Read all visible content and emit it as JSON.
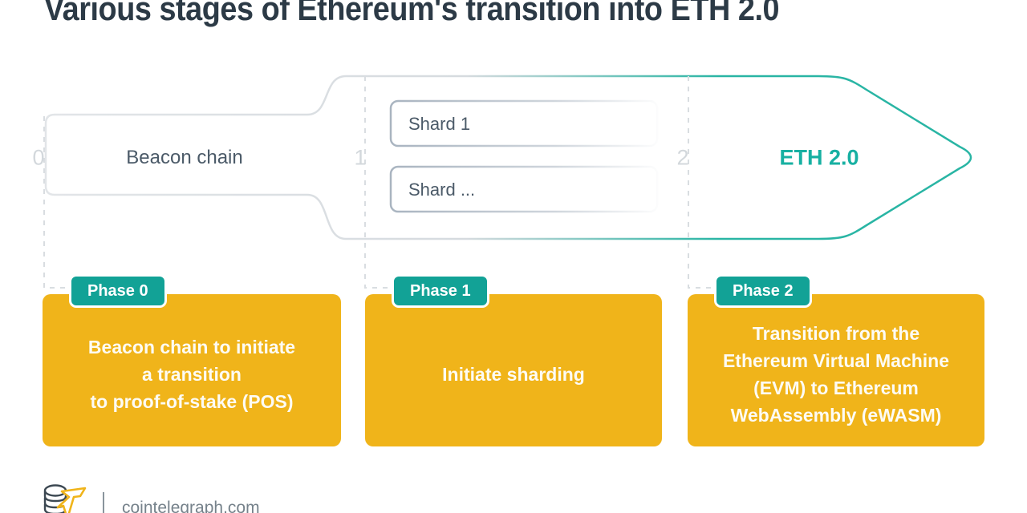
{
  "title": "Various stages of Ethereum's transition into ETH 2.0",
  "timeline": {
    "markers": [
      "0",
      "1",
      "2"
    ],
    "beacon_label": "Beacon chain",
    "eth2_label": "ETH 2.0",
    "shards": [
      "Shard 1",
      "Shard ..."
    ]
  },
  "phases": [
    {
      "badge": "Phase 0",
      "description": "Beacon chain to initiate\na transition\nto proof-of-stake (POS)"
    },
    {
      "badge": "Phase 1",
      "description": "Initiate sharding"
    },
    {
      "badge": "Phase 2",
      "description": "Transition from the\nEthereum Virtual Machine\n(EVM) to Ethereum\nWebAssembly (eWASM)"
    }
  ],
  "footer": {
    "site": "cointelegraph.com",
    "logo": "cointelegraph-coin-logo"
  },
  "colors": {
    "title_text": "#2c3a46",
    "accent_teal": "#29b5a4",
    "badge_teal": "#12a296",
    "card_yellow": "#f0b41a",
    "slate_text": "#4b5a68",
    "marker_gray": "#d3d8dc",
    "outline_gray": "#dfe3e6",
    "footer_text": "#76828b",
    "card_text": "#fdfbf4"
  }
}
